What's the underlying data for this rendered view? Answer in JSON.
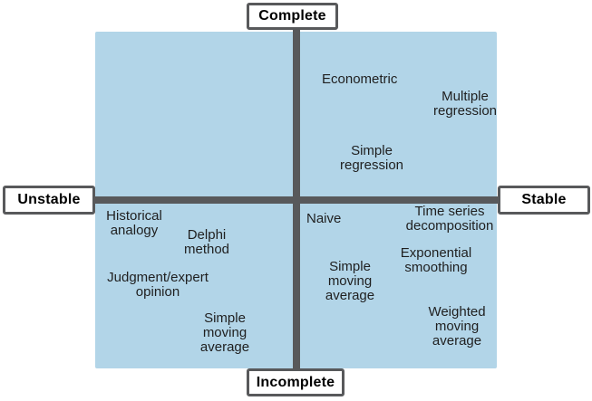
{
  "axis_labels": {
    "top": "Complete",
    "bottom": "Incomplete",
    "left": "Unstable",
    "right": "Stable"
  },
  "quadrants": {
    "top_left": {
      "items": []
    },
    "top_right": {
      "items": [
        "Econometric",
        "Multiple\nregression",
        "Simple\nregression"
      ]
    },
    "bottom_left": {
      "items": [
        "Historical\nanalogy",
        "Delphi\nmethod",
        "Judgment/expert\nopinion",
        "Simple\nmoving\naverage"
      ]
    },
    "bottom_right": {
      "items": [
        "Naive",
        "Time series\ndecomposition",
        "Exponential\nsmoothing",
        "Simple\nmoving\naverage",
        "Weighted\nmoving\naverage"
      ]
    }
  },
  "colors": {
    "quadrant_fill": "#B2D5E8",
    "axis_line": "#58595B",
    "label_box_border": "#58595B",
    "label_box_fill": "#FFFFFF",
    "text": "#1F1F1F"
  }
}
